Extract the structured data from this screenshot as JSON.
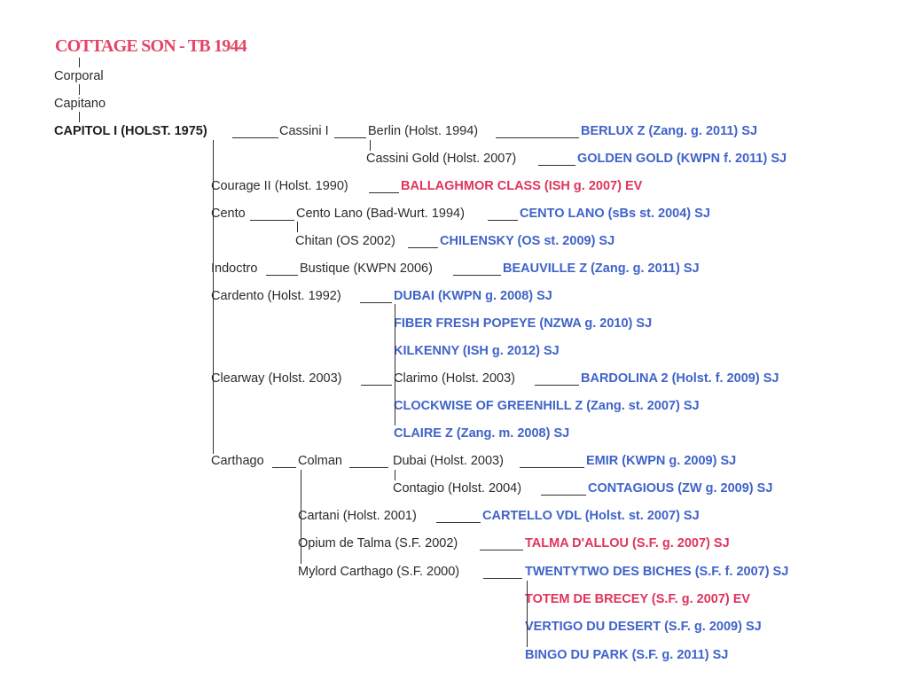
{
  "title": "COTTAGE SON - TB 1944",
  "colors": {
    "black": "#2b2b2b",
    "blue": "#3f63c9",
    "red": "#e0345c",
    "title": "#e44466"
  },
  "nodes": {
    "corporal": "Corporal",
    "capitano": "Capitano",
    "capitol": "CAPITOL I (HOLST. 1975)",
    "cassini_i": "Cassini I",
    "berlin": "Berlin (Holst. 1994)",
    "berlux": "BERLUX Z (Zang. g. 2011) SJ",
    "cassini_gold": "Cassini Gold (Holst. 2007)",
    "golden_gold": "GOLDEN GOLD (KWPN f. 2011) SJ",
    "courage": "Courage II (Holst. 1990)",
    "ballaghmor": "BALLAGHMOR CLASS (ISH g. 2007) EV",
    "cento": "Cento",
    "cento_lano_sire": "Cento Lano (Bad-Wurt. 1994)",
    "cento_lano": "CENTO LANO (sBs st. 2004) SJ",
    "chitan": "Chitan (OS 2002)",
    "chilensky": "CHILENSKY (OS st. 2009) SJ",
    "indoctro": "Indoctro",
    "bustique": "Bustique (KWPN 2006)",
    "beauville": "BEAUVILLE Z (Zang. g. 2011) SJ",
    "cardento": "Cardento (Holst. 1992)",
    "dubai_kwpn": "DUBAI (KWPN g. 2008) SJ",
    "fiber_fresh": "FIBER FRESH POPEYE (NZWA g. 2010) SJ",
    "kilkenny": "KILKENNY (ISH g. 2012) SJ",
    "clearway": "Clearway (Holst. 2003)",
    "clarimo": "Clarimo (Holst. 2003)",
    "bardolina": "BARDOLINA 2 (Holst. f. 2009) SJ",
    "clockwise": "CLOCKWISE OF GREENHILL Z (Zang. st. 2007) SJ",
    "claire": "CLAIRE Z (Zang. m. 2008) SJ",
    "carthago": "Carthago",
    "colman": "Colman",
    "dubai_holst": "Dubai (Holst. 2003)",
    "emir": "EMIR (KWPN g. 2009) SJ",
    "contagio": "Contagio (Holst. 2004)",
    "contagious": "CONTAGIOUS (ZW g. 2009) SJ",
    "cartani": "Cartani (Holst. 2001)",
    "cartello": "CARTELLO VDL (Holst. st. 2007) SJ",
    "opium": "Opium de Talma (S.F. 2002)",
    "talma": "TALMA D'ALLOU (S.F. g. 2007) SJ",
    "mylord": "Mylord Carthago (S.F. 2000)",
    "twentytwo": "TWENTYTWO DES BICHES (S.F. f. 2007) SJ",
    "totem": "TOTEM DE BRECEY (S.F. g. 2007) EV",
    "vertigo": "VERTIGO DU DESERT (S.F. g. 2009) SJ",
    "bingo": "BINGO DU PARK (S.F. g. 2011) SJ"
  }
}
